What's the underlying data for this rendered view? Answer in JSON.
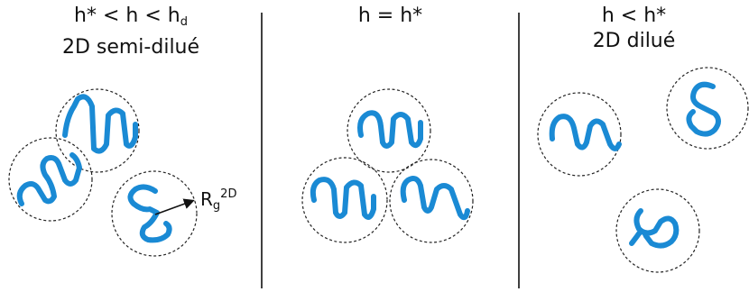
{
  "panels": [
    {
      "title_line1": {
        "base": "h* < h < h",
        "sub": "d"
      },
      "title_line2": "2D semi-dilué"
    },
    {
      "title_line1": "h = h*"
    },
    {
      "title_line1": "h < h*",
      "title_line2": "2D dilué"
    }
  ],
  "radius_label": {
    "base": "R",
    "sub": "g",
    "sup": "2D"
  },
  "colors": {
    "chain": "#1a8ad4",
    "circle": "#222222",
    "divider": "#000000"
  }
}
